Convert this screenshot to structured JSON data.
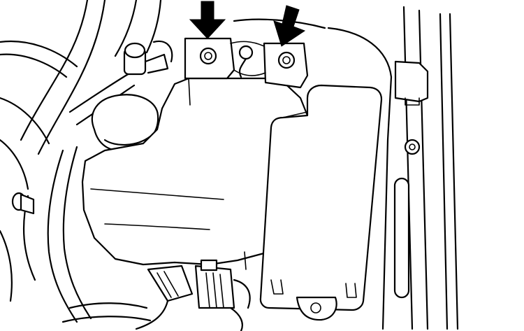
{
  "figure": {
    "kind": "line-drawing",
    "subject": "",
    "background_color": "#ffffff",
    "line_color": "#000000",
    "callouts": [
      {
        "icon": "arrow-down-icon",
        "color": "#000000",
        "points_to": "left-mounting-bolt"
      },
      {
        "icon": "arrow-down-icon",
        "color": "#000000",
        "points_to": "right-mounting-bolt"
      }
    ]
  }
}
